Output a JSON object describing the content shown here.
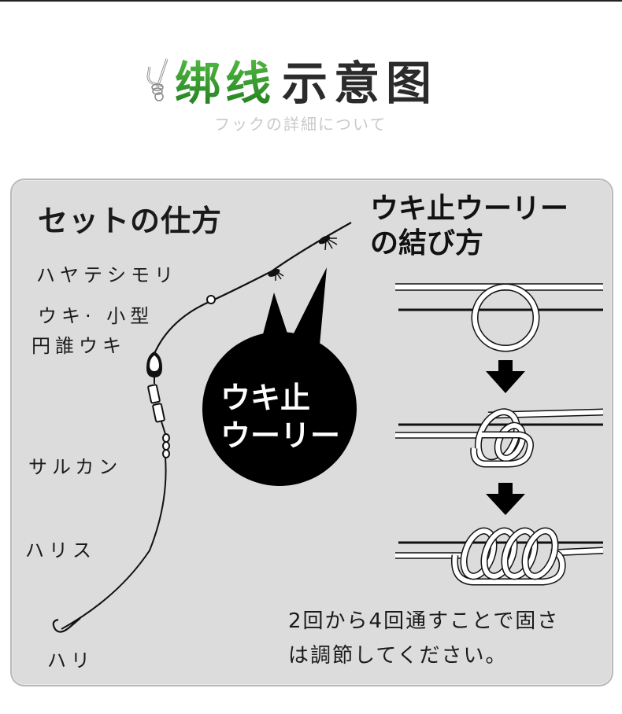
{
  "header": {
    "title_green": "绑线",
    "title_dark": "示意图",
    "subtitle": "フックの詳細について",
    "icon": "knot-icon"
  },
  "panel": {
    "setup_title": "セットの仕方",
    "labels": {
      "hayateshimori": "ハヤテシモリ",
      "float_line1": "ウキ· 小型",
      "float_line2": "円誰ウキ",
      "swivel": "サルカン",
      "leader": "ハリス",
      "hook": "ハリ"
    },
    "bubble": {
      "line1": "ウキ止",
      "line2": "ウーリー"
    },
    "knot_title": {
      "line1": "ウキ止ウーリー",
      "line2": "の結び方"
    },
    "note": {
      "line1": "2回から4回通すことで固さ",
      "line2": "は調節してください。"
    },
    "steps": [
      {
        "icon": "loop-step-icon"
      },
      {
        "icon": "arrow-down-icon"
      },
      {
        "icon": "wrap-step-icon"
      },
      {
        "icon": "arrow-down-icon"
      },
      {
        "icon": "finished-knot-icon"
      }
    ]
  },
  "colors": {
    "title_green": "#2f9a2b",
    "title_dark": "#2b2b2b",
    "panel_bg": "#dcdcdc",
    "panel_border": "#b9b9b9",
    "ink": "#111111"
  }
}
